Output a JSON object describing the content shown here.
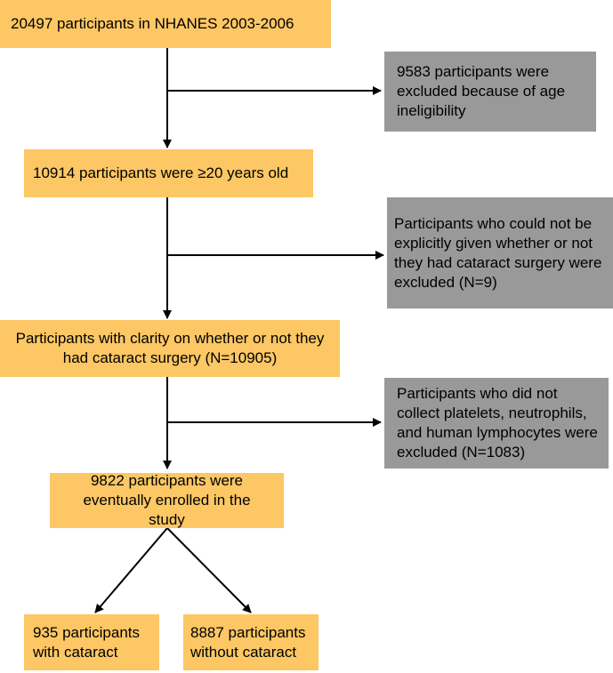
{
  "colors": {
    "main_box": "#fcc764",
    "exclusion_box": "#999999",
    "arrow": "#000000"
  },
  "steps": {
    "initial": "20497  participants in NHANES 2003-2006",
    "age": "10914 participants were ≥20 years old",
    "clarity": "Participants with clarity on whether or not they had cataract surgery (N=10905)",
    "enrolled": "9822 participants were eventually enrolled in the study"
  },
  "exclusions": {
    "age": "9583 participants were excluded because of age ineligibility",
    "surgery": "Participants who could not be explicitly given whether or not they had cataract surgery were excluded (N=9)",
    "blood": "Participants who did not collect platelets, neutrophils, and human lymphocytes were excluded (N=1083)"
  },
  "groups": {
    "cataract": "935 participants with cataract",
    "no_cataract": "8887 participants without cataract"
  }
}
